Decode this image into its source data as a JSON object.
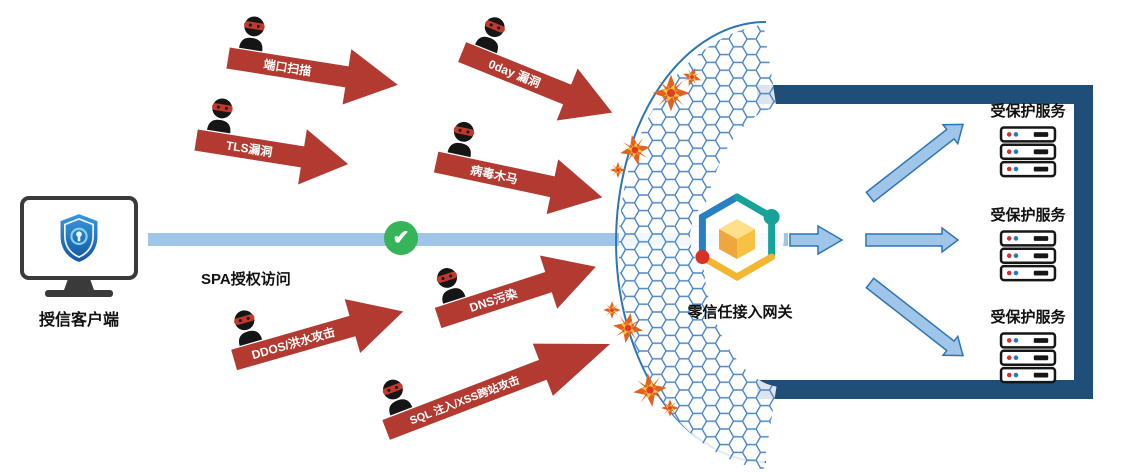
{
  "client": {
    "label": "授信客户端"
  },
  "flow": {
    "spa_label": "SPA授权访问"
  },
  "icons": {
    "check": "✔"
  },
  "gateway": {
    "label": "零信任接入网关"
  },
  "attacks": [
    {
      "label": "端口扫描"
    },
    {
      "label": "TLS漏洞"
    },
    {
      "label": "0day 漏洞"
    },
    {
      "label": "病毒木马"
    },
    {
      "label": "DDOS/洪水攻击"
    },
    {
      "label": "DNS污染"
    },
    {
      "label": "SQL 注入/XSS跨站攻击"
    }
  ],
  "services": [
    {
      "label": "受保护服务"
    },
    {
      "label": "受保护服务"
    },
    {
      "label": "受保护服务"
    }
  ],
  "colors": {
    "attack-red": "#b23a31",
    "hacker-red": "#c0392b",
    "flow-blue": "#9fc5e8",
    "flow-stroke": "#2e75b6",
    "mesh-blue": "#4a86c8",
    "bracket-navy": "#1f4e79",
    "check-green": "#35b558",
    "explosion-orange": "#e2611c",
    "explosion-yellow": "#f8c63e",
    "explosion-red": "#e23c28",
    "logo-blue": "#2a7ec2",
    "logo-teal": "#17a29a",
    "logo-yellow": "#f2b72e",
    "logo-red": "#d93025"
  }
}
